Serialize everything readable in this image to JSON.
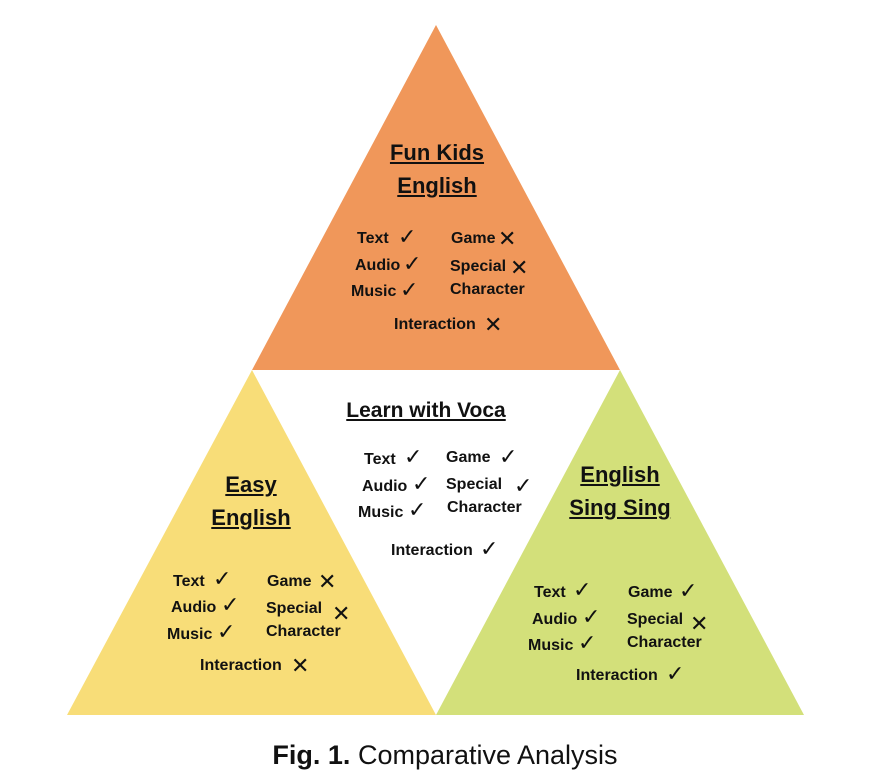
{
  "colors": {
    "top": "#F0975A",
    "left": "#F8DD78",
    "right": "#D3E07A"
  },
  "marks": {
    "yes": "✓",
    "no": "✕"
  },
  "top": {
    "title1": "Fun Kids",
    "title2": "English",
    "features": {
      "text": "Text",
      "audio": "Audio",
      "music": "Music",
      "game": "Game",
      "special": "Special",
      "character": "Character",
      "interaction": "Interaction"
    },
    "status": {
      "text": "✓",
      "audio": "✓",
      "music": "✓",
      "game": "✕",
      "special": "✕",
      "interaction": "✕"
    }
  },
  "center": {
    "title": "Learn with Voca",
    "features": {
      "text": "Text",
      "audio": "Audio",
      "music": "Music",
      "game": "Game",
      "special": "Special",
      "character": "Character",
      "interaction": "Interaction"
    },
    "status": {
      "text": "✓",
      "audio": "✓",
      "music": "✓",
      "game": "✓",
      "special": "✓",
      "interaction": "✓"
    }
  },
  "left": {
    "title1": "Easy",
    "title2": "English",
    "features": {
      "text": "Text",
      "audio": "Audio",
      "music": "Music",
      "game": "Game",
      "special": "Special",
      "character": "Character",
      "interaction": "Interaction"
    },
    "status": {
      "text": "✓",
      "audio": "✓",
      "music": "✓",
      "game": "✕",
      "special": "✕",
      "interaction": "✕"
    }
  },
  "right": {
    "title1": "English",
    "title2": "Sing Sing",
    "features": {
      "text": "Text",
      "audio": "Audio",
      "music": "Music",
      "game": "Game",
      "special": "Special",
      "character": "Character",
      "interaction": "Interaction"
    },
    "status": {
      "text": "✓",
      "audio": "✓",
      "music": "✓",
      "game": "✓",
      "special": "✕",
      "interaction": "✓"
    }
  },
  "caption": {
    "label": "Fig. 1.",
    "text": " Comparative Analysis"
  }
}
